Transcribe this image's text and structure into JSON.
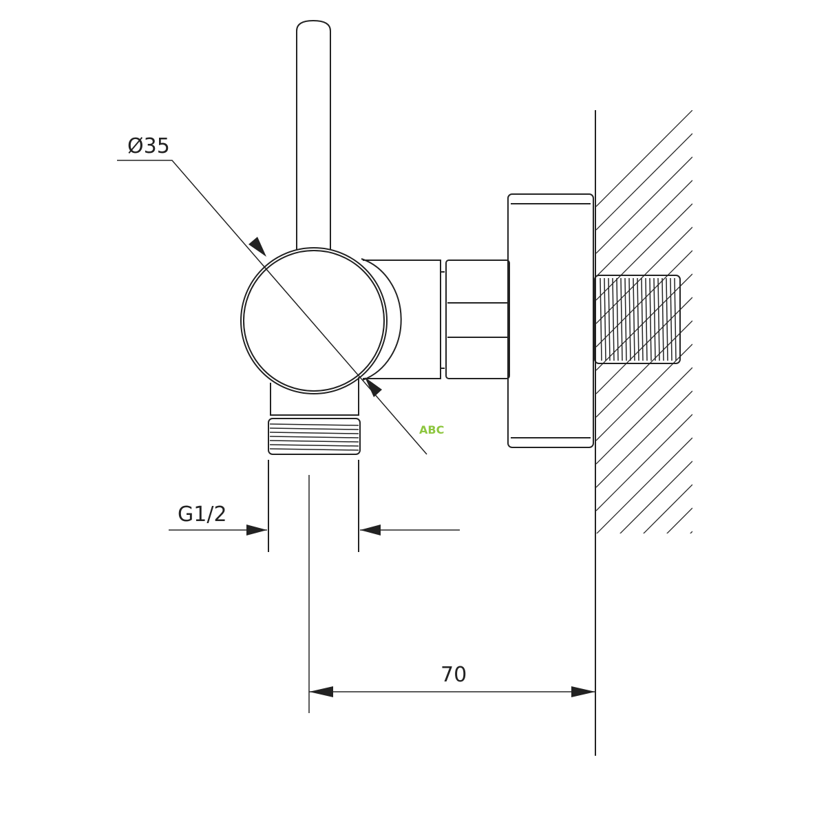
{
  "labels": {
    "diameter": "Ø35",
    "thread": "G1/2",
    "projection": "70"
  },
  "watermark": "ABC",
  "colors": {
    "line": "#222222",
    "watermark": "#8dc63f"
  }
}
